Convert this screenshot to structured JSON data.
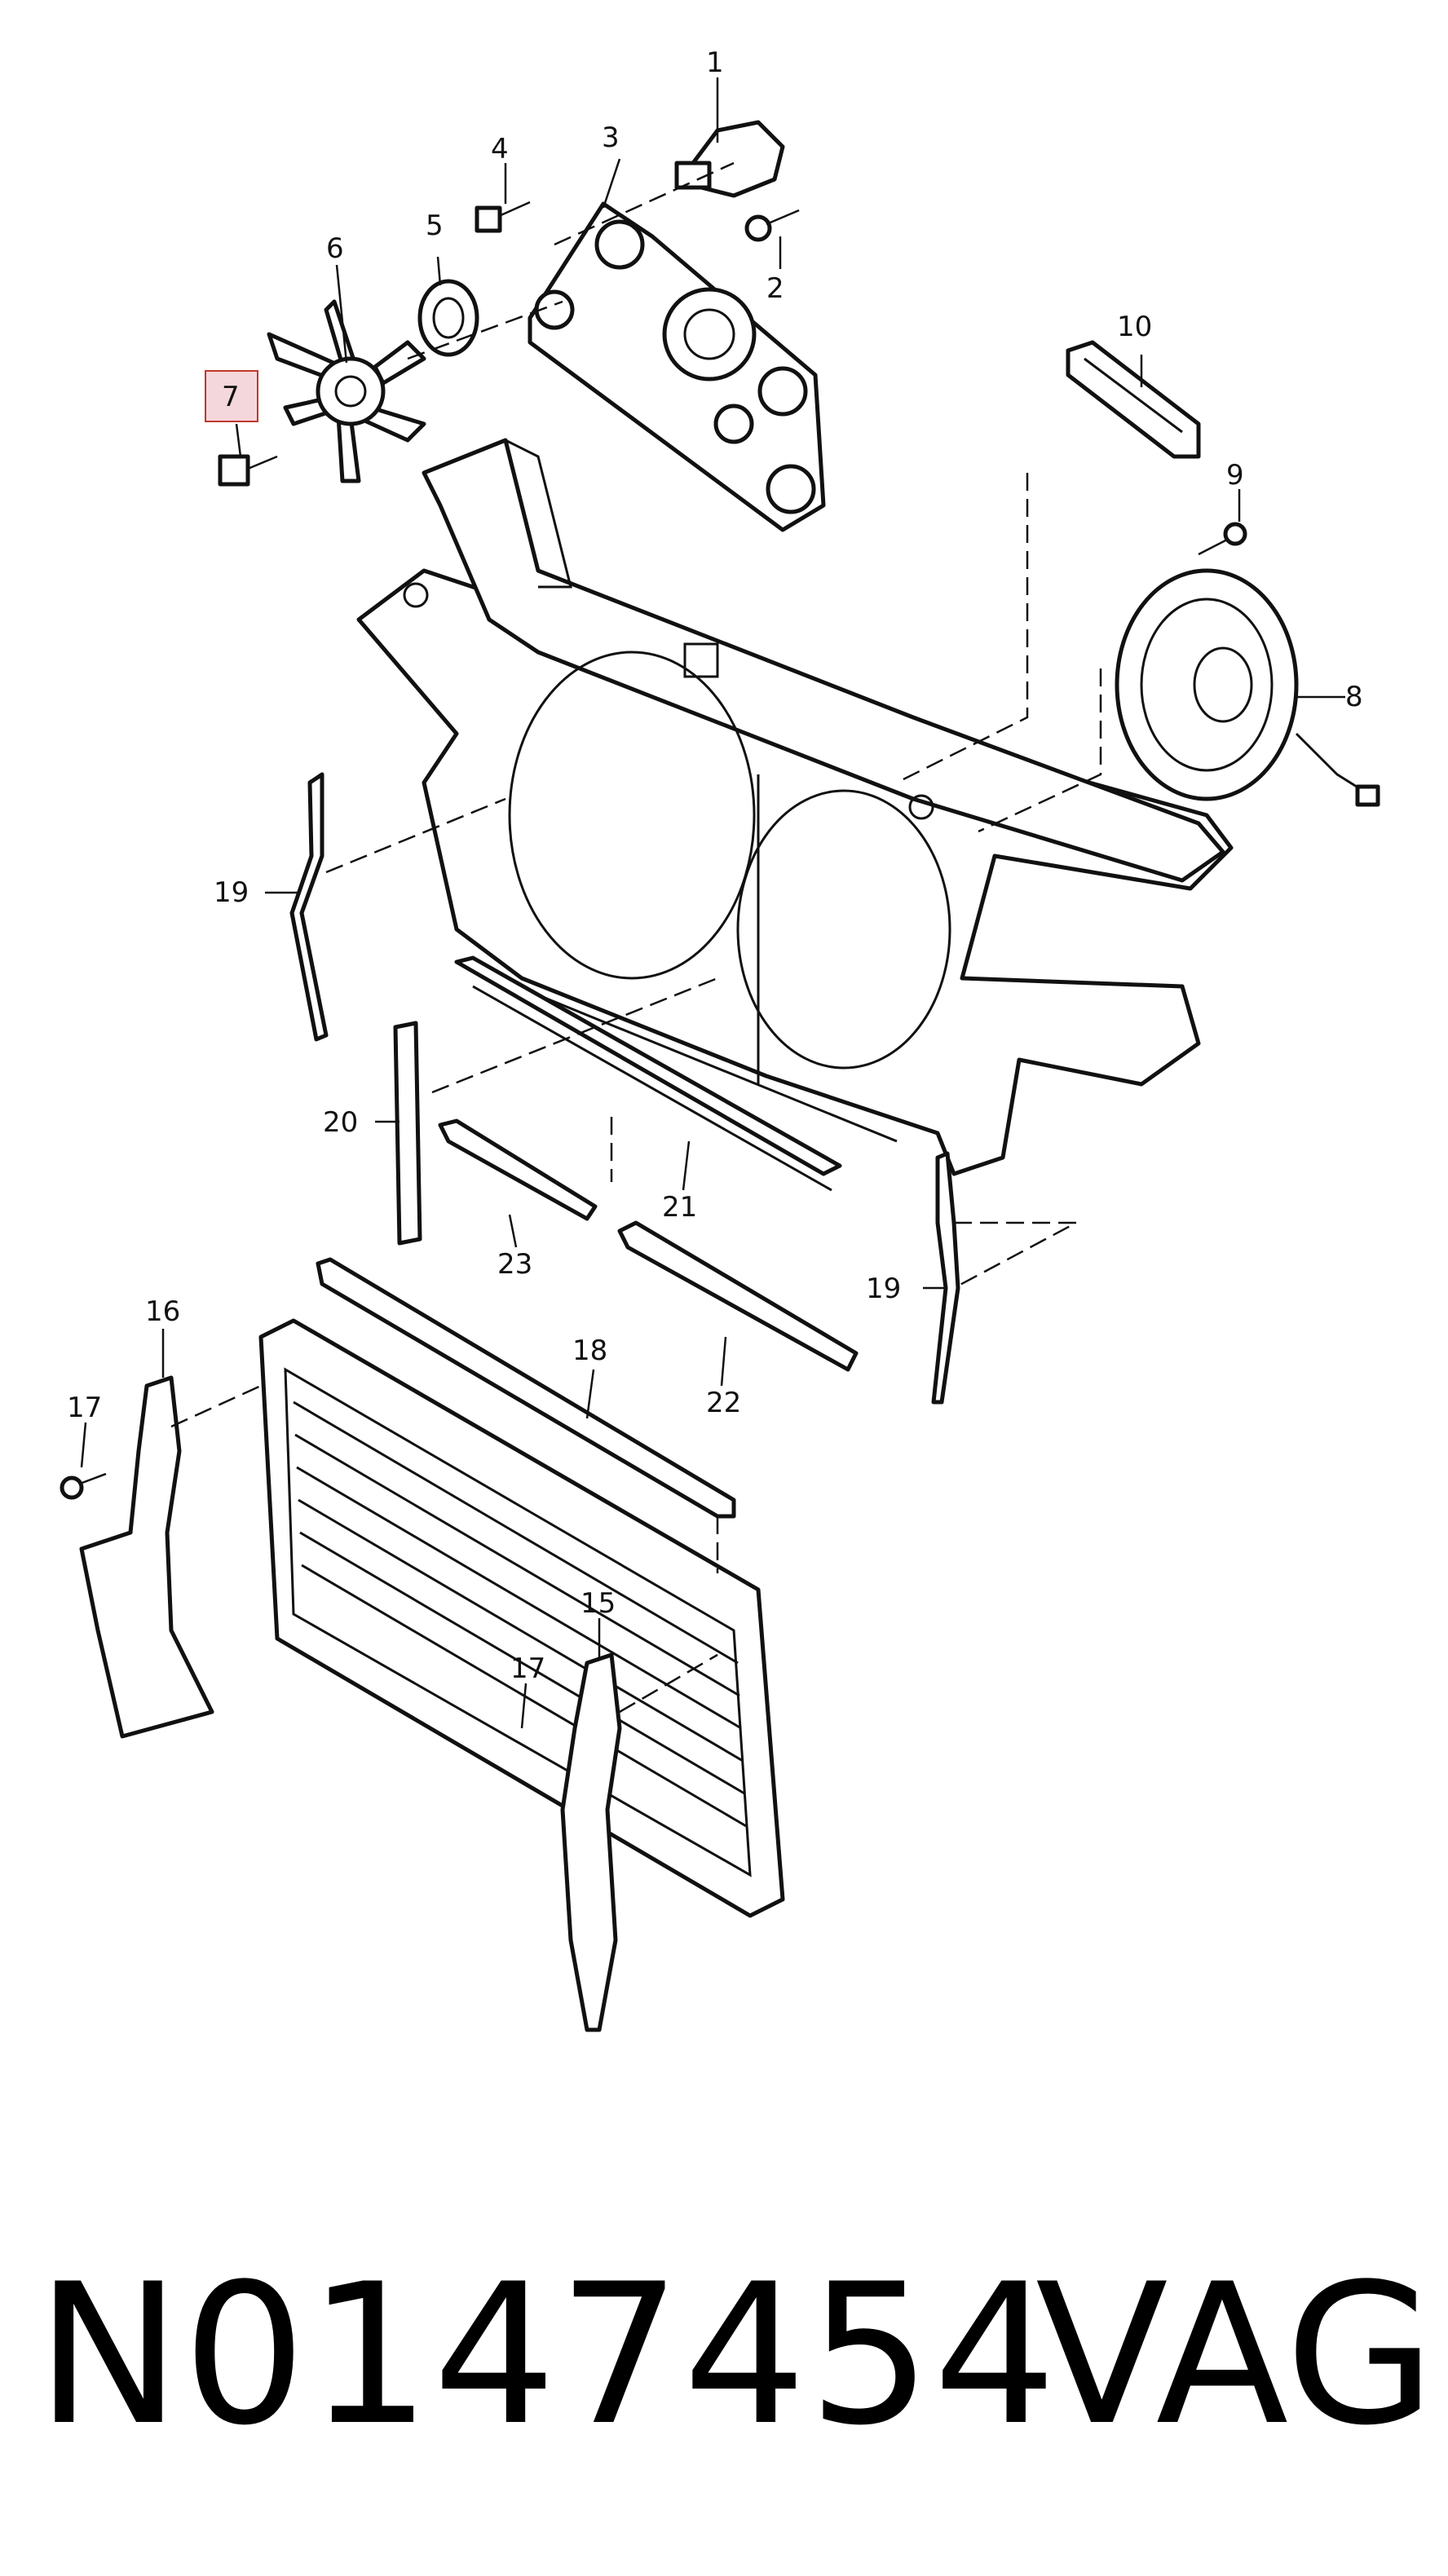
{
  "diagram": {
    "callouts": [
      "1",
      "2",
      "3",
      "4",
      "5",
      "6",
      "7",
      "8",
      "9",
      "10",
      "15",
      "16",
      "17",
      "17",
      "18",
      "19",
      "19",
      "20",
      "21",
      "22",
      "23"
    ],
    "highlighted_callout": "7",
    "highlight_color": "#f4d7dc"
  },
  "footer": {
    "part_number": "N0147454",
    "brand": "VAG"
  }
}
